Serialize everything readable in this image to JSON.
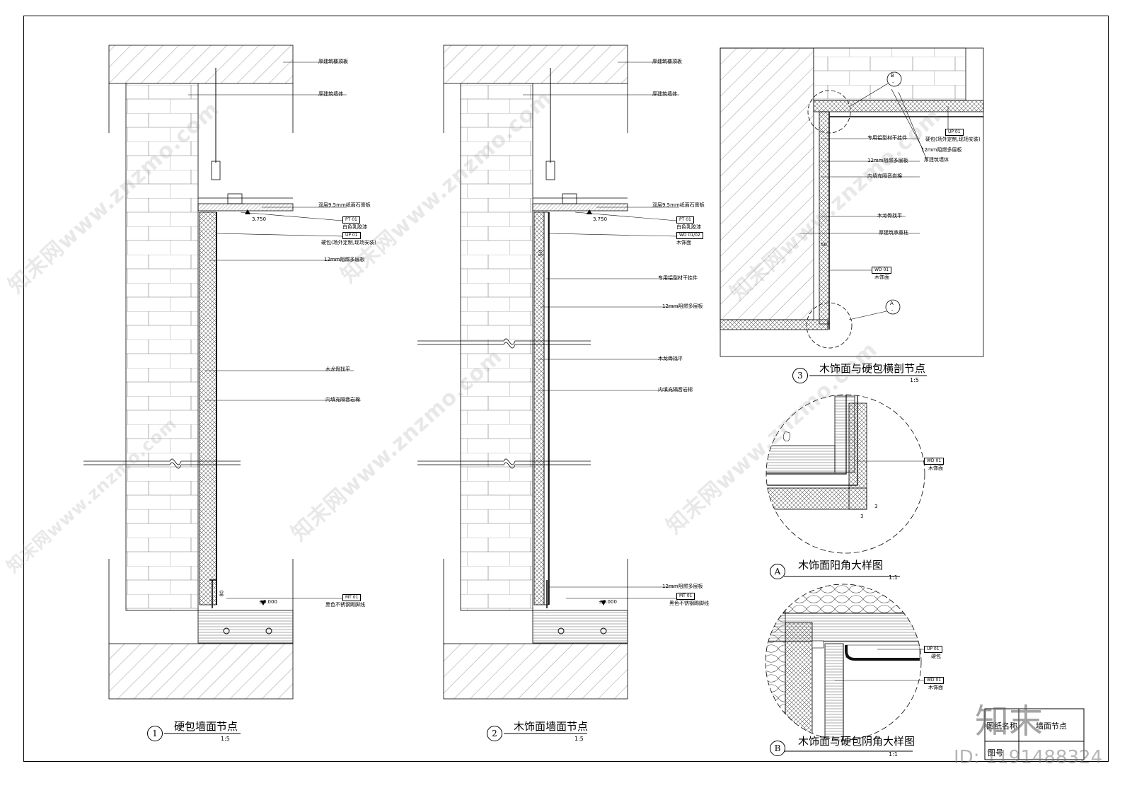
{
  "details": {
    "d1": {
      "number": "1",
      "title": "硬包墙面节点",
      "scale": "1:5",
      "labels": {
        "slab": "厚建筑楼顶板",
        "wall": "厚建筑墙体",
        "gypsum": "双层9.5mm纸面石膏板",
        "pt_code": "PT  01",
        "pt_desc": "白色乳胶漆",
        "up_code": "UP  01",
        "up_desc": "硬包(场外定制,现场安装)",
        "board": "12mm阻燃多层板",
        "keel": "木龙骨找平",
        "insulation": "内填充隔音岩棉",
        "mt_code": "MT  01",
        "mt_desc": "黑色不锈钢踢脚线",
        "level_top": "3.750",
        "level_floor": "±0.000",
        "dim": "80"
      }
    },
    "d2": {
      "number": "2",
      "title": "木饰面墙面节点",
      "scale": "1:5",
      "labels": {
        "slab": "厚建筑楼顶板",
        "wall": "厚建筑墙体",
        "gypsum": "双层9.5mm纸面石膏板",
        "pt_code": "PT  01",
        "pt_desc": "白色乳胶漆",
        "wd_code": "WD  01/02",
        "wd_desc": "木饰面",
        "hanger": "专用铝型材干挂件",
        "board": "12mm阻燃多层板",
        "keel": "木龙骨找平",
        "insulation": "内填充隔音岩棉",
        "board2": "12mm阻燃多层板",
        "mt_code": "MT  01",
        "mt_desc": "黑色不锈钢踢脚线",
        "level_top": "3.750",
        "level_floor": "±0.000",
        "dim": "50"
      }
    },
    "d3": {
      "number": "3",
      "title": "木饰面与硬包横剖节点",
      "scale": "1:5",
      "callout_b": "B",
      "callout_a": "A",
      "callout_sub": "-",
      "labels": {
        "up_code": "UP  01",
        "up_desc": "硬包(场外定制,现场安装)",
        "board_top": "12mm阻燃多层板",
        "wall_top": "厚建筑墙体",
        "hanger": "专用铝型材干挂件",
        "board": "12mm阻燃多层板",
        "insulation": "内填充隔音岩棉",
        "keel": "木龙骨找平",
        "column": "厚建筑承重柱",
        "wd_code": "WD  01",
        "wd_desc": "木饰面",
        "dim": "50"
      }
    },
    "dA": {
      "number": "A",
      "title": "木饰面阳角大样图",
      "scale": "1:1",
      "labels": {
        "wd_code": "WD  01",
        "wd_desc": "木饰面",
        "dim1": "3",
        "dim2": "3"
      }
    },
    "dB": {
      "number": "B",
      "title": "木饰面与硬包阴角大样图",
      "scale": "1:1",
      "labels": {
        "up_code": "UP  01",
        "up_desc": "硬包",
        "wd_code": "WD  01",
        "wd_desc": "木饰面"
      }
    }
  },
  "title_block": {
    "row1_left": "图纸名称",
    "row1_right": "墙面节点",
    "row2_left": "图号"
  },
  "watermark": {
    "text": "知末网www.znzmo.com",
    "brand": "知末",
    "id": "ID: 1191488324"
  }
}
